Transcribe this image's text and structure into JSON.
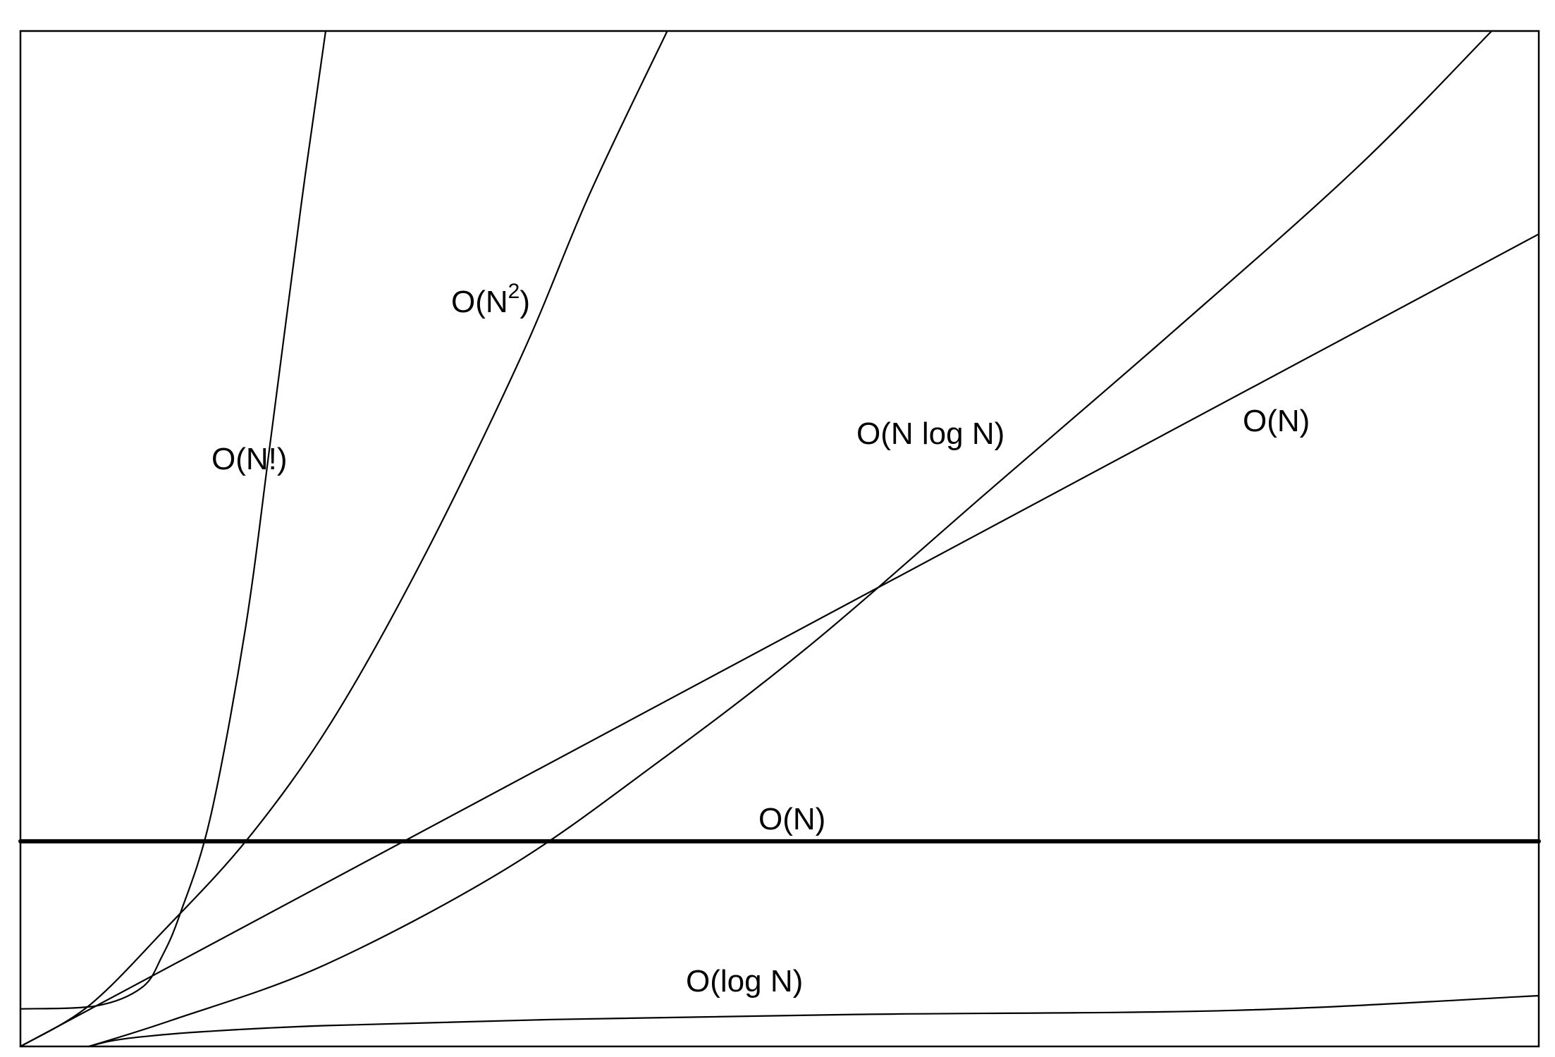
{
  "chart_data": {
    "type": "line",
    "title": "",
    "xlabel": "",
    "ylabel": "",
    "grid": false,
    "legend": "none",
    "xlim": [
      0,
      100
    ],
    "ylim": [
      0,
      100
    ],
    "color": "#000000",
    "series": [
      {
        "name": "O(N!)",
        "label_base": "O(N!)",
        "label_sup": "",
        "bold": false,
        "x": [
          0,
          5,
          8,
          9.3,
          10.5,
          12.5,
          14.8,
          16.5,
          18.5,
          20.1
        ],
        "y": [
          3.7,
          4.0,
          5.8,
          8.8,
          13.0,
          22.5,
          41.0,
          60.0,
          83.0,
          100
        ]
      },
      {
        "name": "O(N^2)",
        "label_base": "O(N",
        "label_sup": "2",
        "bold": false,
        "x": [
          0,
          4.5,
          9.5,
          15,
          20.5,
          26.5,
          33,
          37.5,
          42.6
        ],
        "y": [
          0,
          4.0,
          11.5,
          20.5,
          32.0,
          48.0,
          68.0,
          84.0,
          100
        ]
      },
      {
        "name": "O(N log N)",
        "label_base": "O(N log N)",
        "label_sup": "",
        "bold": false,
        "x": [
          4.5,
          10,
          20,
          32,
          42,
          52,
          64,
          76,
          88,
          96.9
        ],
        "y": [
          0,
          2.6,
          8.0,
          17.5,
          28.0,
          39.5,
          55.0,
          70.5,
          86.5,
          100
        ]
      },
      {
        "name": "O(N)",
        "label_base": "O(N)",
        "label_sup": "",
        "bold": false,
        "x": [
          0,
          100
        ],
        "y": [
          0,
          80.0
        ]
      },
      {
        "name": "O(N)",
        "label_base": "O(N)",
        "label_sup": "",
        "bold": true,
        "x": [
          0,
          100
        ],
        "y": [
          20.2,
          20.2
        ]
      },
      {
        "name": "O(log N)",
        "label_base": "O(log N)",
        "label_sup": "",
        "bold": false,
        "x": [
          4.5,
          6,
          8,
          12,
          20,
          35,
          55,
          80,
          100
        ],
        "y": [
          0,
          0.55,
          0.95,
          1.45,
          2.05,
          2.65,
          3.15,
          3.55,
          5.0
        ]
      }
    ]
  }
}
